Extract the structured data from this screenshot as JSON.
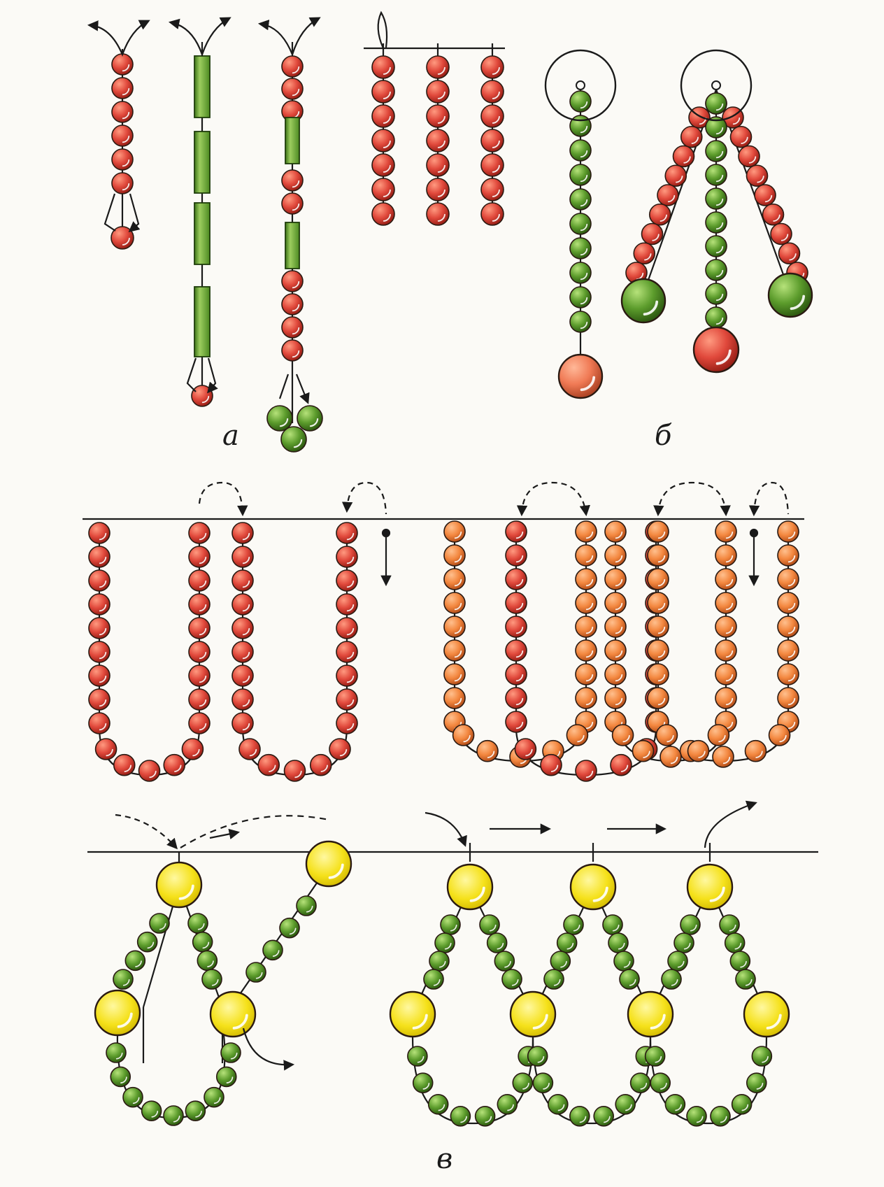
{
  "captions": {
    "a": "а",
    "b": "б",
    "c": "в"
  },
  "colors": {
    "red_bead": "#d9443a",
    "coral_bead": "#ef7a52",
    "orange_bead": "#f08a4a",
    "green_bead": "#5a9a2c",
    "yellow_bead": "#f4e017",
    "thread": "#1a1a1a"
  },
  "figure": {
    "a": {
      "chains": [
        "red-chain",
        "bugle-chain",
        "mixed-chain",
        "three-hanging-strands"
      ]
    },
    "b": {
      "pendants": [
        "single-pendant",
        "triple-pendant"
      ]
    },
    "c": {
      "rows": [
        "u-loops-row",
        "rhombus-net-row"
      ]
    }
  }
}
